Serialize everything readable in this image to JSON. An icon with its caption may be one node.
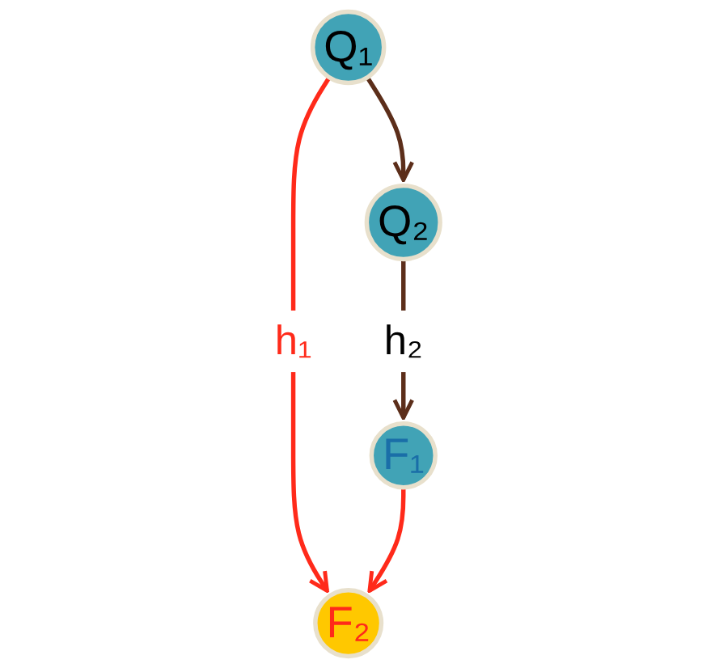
{
  "diagram": {
    "nodes": [
      {
        "text": [
          "Q₂"
        ]
      },
      {
        "text": [
          "Q₁"
        ]
      },
      {
        "text": [
          "F₁"
        ]
      },
      {
        "text": [
          "F₂"
        ]
      }
    ],
    "edges": [
      {
        "from": 1,
        "to": 0,
        "arrow": "to",
        "color": "#5c2e1a"
      },
      {
        "from": 0,
        "to": 2,
        "arrow": "to",
        "label": "h₂",
        "color": "#5c2e1a"
      },
      {
        "from": 1,
        "to": 3,
        "arrow": "to",
        "label": "h₁",
        "color": "#ff2a1a"
      },
      {
        "from": 2,
        "to": 3,
        "arrow": "to",
        "color": "#ff2a1a"
      }
    ]
  }
}
